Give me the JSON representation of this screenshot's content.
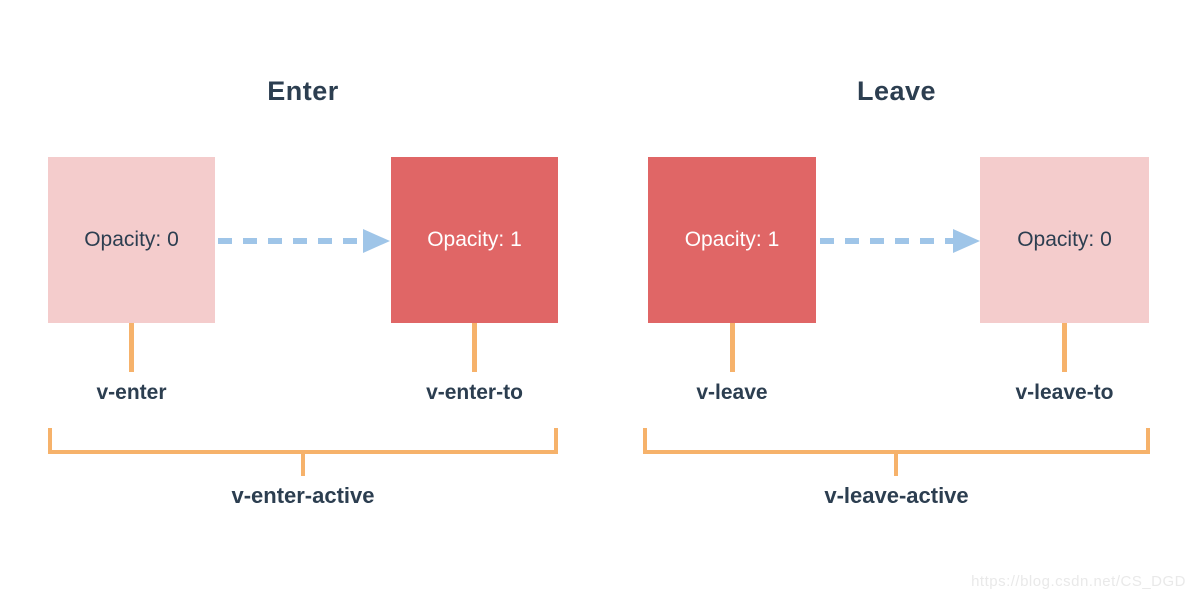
{
  "diagram": {
    "watermark": "https://blog.csdn.net/CS_DGD",
    "colors": {
      "faded_box": "#f4cccc",
      "solid_box": "#e06666",
      "arrow_blue": "#9fc5e8",
      "bracket_orange": "#f6b26b",
      "text_navy": "#2c3e50",
      "watermark_gray": "#e9e9e9"
    },
    "sections": [
      {
        "title": "Enter",
        "from_box_text": "Opacity: 0",
        "to_box_text": "Opacity: 1",
        "from_class_label": "v-enter",
        "to_class_label": "v-enter-to",
        "active_class_label": "v-enter-active"
      },
      {
        "title": "Leave",
        "from_box_text": "Opacity: 1",
        "to_box_text": "Opacity: 0",
        "from_class_label": "v-leave",
        "to_class_label": "v-leave-to",
        "active_class_label": "v-leave-active"
      }
    ]
  }
}
